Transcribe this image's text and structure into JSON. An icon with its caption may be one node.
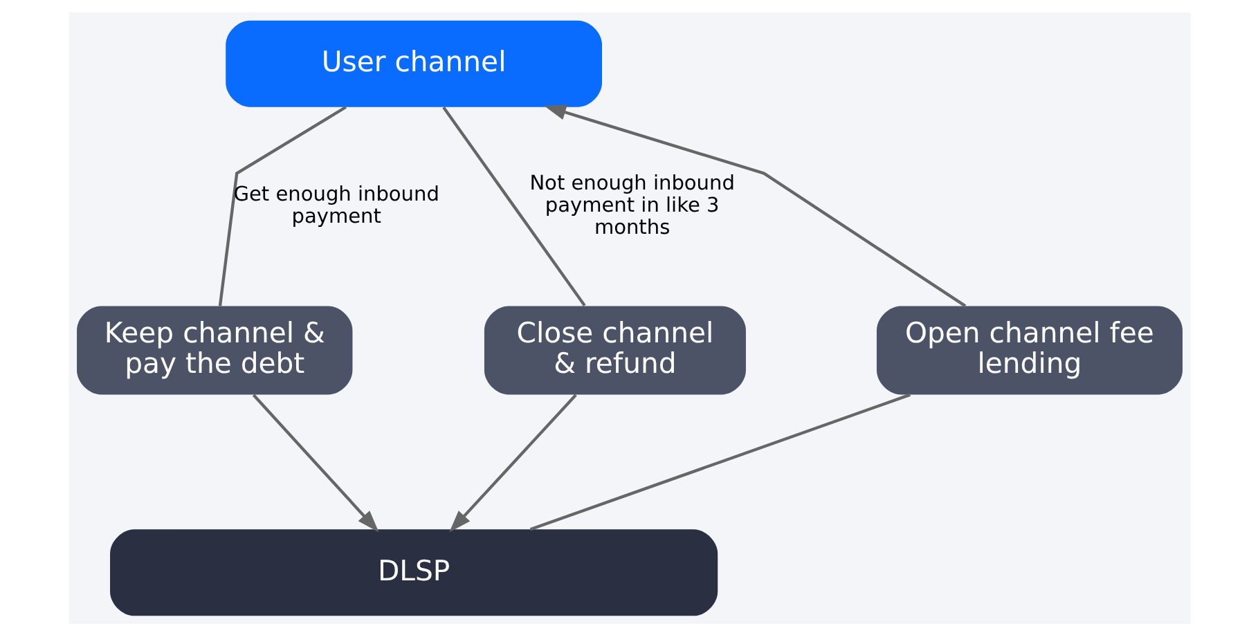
{
  "diagram": {
    "nodes": [
      {
        "text": [
          "User channel"
        ]
      },
      {
        "text": [
          "Keep channel & pay the debt"
        ]
      },
      {
        "text": [
          "Open channel fee lending"
        ]
      },
      {
        "text": [
          "Close channel & refund"
        ]
      },
      {
        "text": [
          "DLSP"
        ]
      }
    ],
    "edges": [
      {
        "from": 0,
        "to": 1,
        "arrow": "none",
        "label": "Get enough inbound payment"
      },
      {
        "from": 1,
        "to": 4,
        "arrow": "to"
      },
      {
        "from": 4,
        "to": 2,
        "arrow": "none"
      },
      {
        "from": 2,
        "to": 0,
        "arrow": "to"
      },
      {
        "from": 0,
        "to": 3,
        "arrow": "none",
        "label": "Not enough inbound payment in like 3 months"
      },
      {
        "from": 3,
        "to": 4,
        "arrow": "to"
      }
    ]
  }
}
